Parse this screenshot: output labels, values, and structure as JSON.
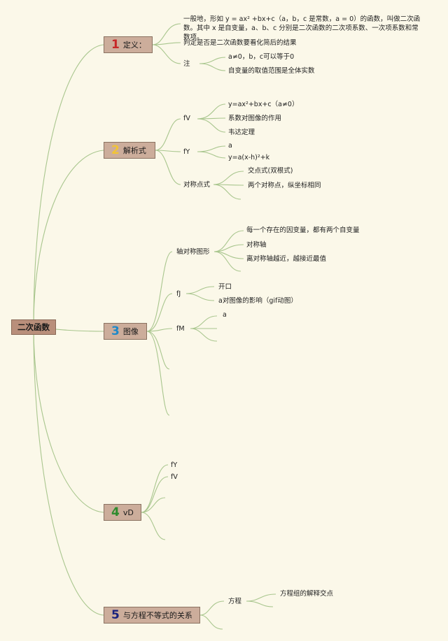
{
  "root": "二次函数",
  "branches": [
    {
      "num": "1",
      "num_color": "#c62828",
      "label": "定义：",
      "items": {
        "desc": "一般地，形如 y = ax² +bx+c（a，b，c 是常数，a = 0）的函数，叫做二次函数。其中 x 是自变量，a、b、c 分别是二次函数的二次项系数、一次项系数和常数项。",
        "judge": "判定是否是二次函数要看化简后的结果",
        "note": "注",
        "note1": "a≠0，b，c可以等于0",
        "note2": "自变量的取值范围是全体实数"
      }
    },
    {
      "num": "2",
      "num_color": "#f2c434",
      "label": "解析式",
      "items": {
        "fv": "fV",
        "fv1": "y=ax²+bx+c（a≠0）",
        "fv2": "系数对图像的作用",
        "fv3": "韦达定理",
        "fy": "fY",
        "fy1": "a",
        "fy2": "y=a(x-h)²+k",
        "sym": "对称点式",
        "sym1": "交点式(双根式)",
        "sym2": "两个对称点，纵坐标相同"
      }
    },
    {
      "num": "3",
      "num_color": "#1e88c8",
      "label": "图像",
      "items": {
        "axis": "轴对称图形",
        "axis1": "每一个存在的因变量，都有两个自变量",
        "axis2": "对称轴",
        "axis3": "离对称轴越近，越接近最值",
        "fj": "fJ",
        "fj1": "开口",
        "fj2": "a对图像的影响（gif动图）",
        "fm": "fM",
        "fm1": "a"
      }
    },
    {
      "num": "4",
      "num_color": "#2e8b2e",
      "label": "vD",
      "items": {
        "fy": "fY",
        "fv": "fV"
      }
    },
    {
      "num": "5",
      "num_color": "#1a237e",
      "label": "与方程不等式的关系",
      "items": {
        "eq": "方程",
        "eq1": "方程组的解释交点"
      }
    }
  ]
}
